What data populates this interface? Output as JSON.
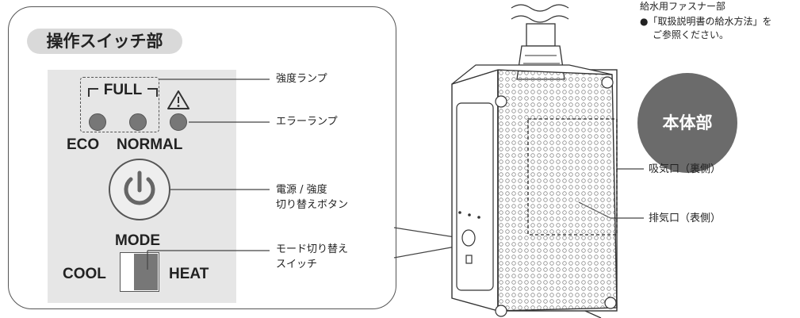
{
  "panel": {
    "title": "操作スイッチ部",
    "full_label": "FULL",
    "eco_label": "ECO",
    "normal_label": "NORMAL",
    "mode_label": "MODE",
    "cool_label": "COOL",
    "heat_label": "HEAT"
  },
  "callouts": {
    "intensity_lamp": "強度ランプ",
    "error_lamp": "エラーランプ",
    "power_line1": "電源 / 強度",
    "power_line2": "切り替えボタン",
    "mode_line1": "モード切り替え",
    "mode_line2": "スイッチ"
  },
  "device": {
    "fastener_title": "給水用ファスナー部",
    "fastener_note_line1": "●「取扱説明書の給水方法」を",
    "fastener_note_line2": "ご参照ください。",
    "body_label": "本体部",
    "intake_label": "吸気口（裏側）",
    "exhaust_label": "排気口（表側）"
  },
  "colors": {
    "lamp": "#777777",
    "badge": "#6b6b6b",
    "panel_bg": "#e6e6e6"
  }
}
